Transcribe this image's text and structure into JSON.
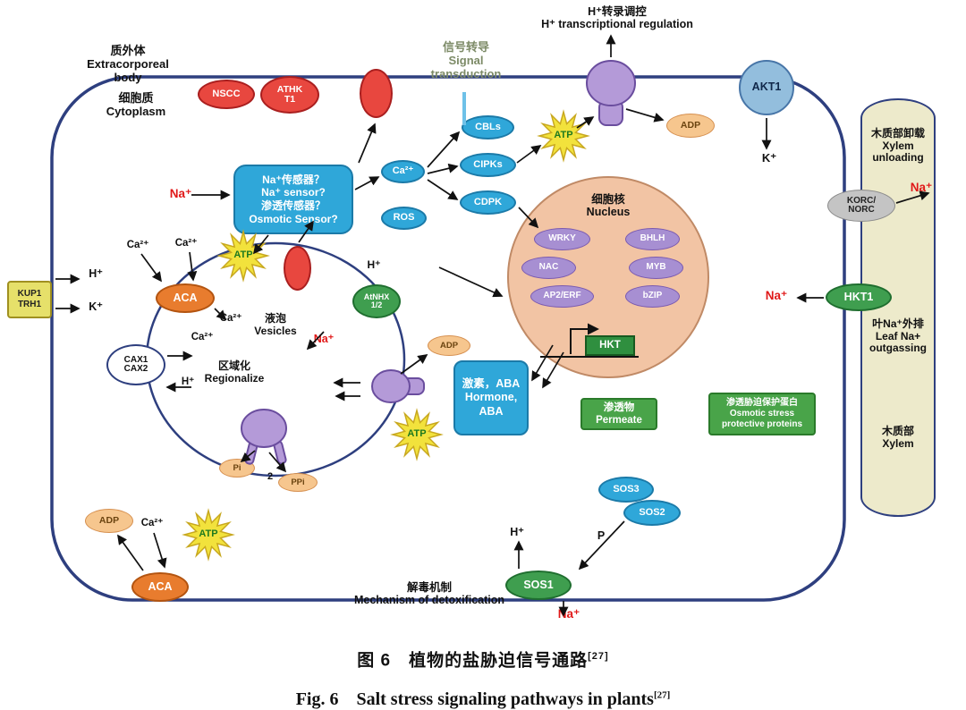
{
  "colors": {
    "membrane": "#2e3f7f",
    "channel_red": "#e8473f",
    "signal_blue": "#2fa7d9",
    "transporter_orange": "#e87c2e",
    "nucleotide_orange": "#f6c68e",
    "protein_green": "#3f9e4f",
    "tf_purple": "#a78fd2",
    "pump_purple": "#b49ad8",
    "nucleus_fill": "#f2c4a4",
    "xylem_fill": "#edeacb",
    "atp_star_yellow": "#f2e23c",
    "na_red": "#e01818",
    "korc_gray": "#c4c4c4",
    "akt1_blue": "#93bedd",
    "kup_yellow": "#e6e06a"
  },
  "labels": {
    "apoplast": "质外体\nExtracorporeal\nbody",
    "cytoplasm": "细胞质\nCytoplasm",
    "signal_transduction": "信号转导\nSignal\ntransduction",
    "h_transcriptional_regulation": "H⁺转录调控\nH⁺ transcriptional regulation",
    "nscc": "NSCC",
    "athk1": "ATHK\nT1",
    "akt1": "AKT1",
    "korc_norc": "KORC/\nNORC",
    "hkt1": "HKT1",
    "xylem_unloading": "木质部卸载\nXylem\nunloading",
    "leaf_na_outgassing": "叶Na⁺外排\nLeaf Na+\noutgassing",
    "xylem": "木质部\nXylem",
    "sensor_box": "Na⁺传感器？\nNa⁺ sensor?\n渗透传感器？\nOsmotic Sensor?",
    "ros": "ROS",
    "cbls": "CBLs",
    "cipks": "CIPKs",
    "cdpk": "CDPK",
    "nucleus": "细胞核\nNucleus",
    "wrky": "WRKY",
    "bhlh": "BHLH",
    "nac": "NAC",
    "myb": "MYB",
    "ap2erf": "AP2/ERF",
    "bzip": "bZIP",
    "hkt_gene": "HKT",
    "permeate": "渗透物\nPermeate",
    "osmotic_proteins": "渗透胁迫保护蛋白\nOsmotic stress\nprotective proteins",
    "kup1_trh1": "KUP1\nTRH1",
    "aca": "ACA",
    "cax": "CAX1\nCAX2",
    "vesicles": "液泡\nVesicles",
    "regionalize": "区域化\nRegionalize",
    "atnhx": "AtNHX\n1/2",
    "hormone_aba": "激素，ABA\nHormone, ABA",
    "detox": "解毒机制\nMechanism of detoxification",
    "sos1": "SOS1",
    "sos2": "SOS2",
    "sos3": "SOS3",
    "atp": "ATP",
    "adp": "ADP",
    "pi": "Pi",
    "ppi": "PPi",
    "two": "2",
    "p": "P",
    "na": "Na⁺",
    "h": "H⁺",
    "k": "K⁺",
    "ca2": "Ca²⁺"
  },
  "caption": {
    "zh": "图 6　植物的盐胁迫信号通路",
    "zh_ref": "[27]",
    "en": "Fig. 6　Salt stress signaling pathways in plants",
    "en_ref": "[27]"
  }
}
